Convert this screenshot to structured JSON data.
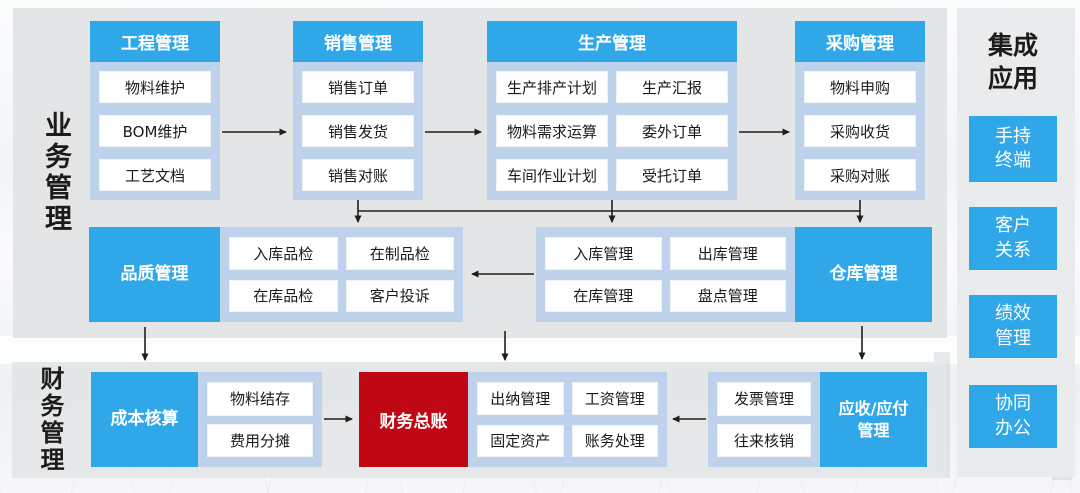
{
  "colors": {
    "accent_blue": "#2fa7e9",
    "light_blue_container": "#bed3eb",
    "ledger_red": "#c00814",
    "panel_gray": "#e4e5e6",
    "arrow_black": "#1f1f1f"
  },
  "side_labels": {
    "business": "业务管理",
    "finance": "财务管理"
  },
  "integration": {
    "title": "集成应用",
    "items": [
      "手持终端",
      "客户关系",
      "绩效管理",
      "协同办公"
    ]
  },
  "columns": [
    {
      "title": "工程管理",
      "items": [
        "物料维护",
        "BOM维护",
        "工艺文档"
      ]
    },
    {
      "title": "销售管理",
      "items": [
        "销售订单",
        "销售发货",
        "销售对账"
      ]
    },
    {
      "title": "生产管理",
      "items": [
        "生产排产计划",
        "生产汇报",
        "物料需求运算",
        "委外订单",
        "车间作业计划",
        "受托订单"
      ]
    },
    {
      "title": "采购管理",
      "items": [
        "物料申购",
        "采购收货",
        "采购对账"
      ]
    }
  ],
  "middle_row": {
    "quality": {
      "title": "品质管理",
      "items": [
        "入库品检",
        "在制品检",
        "在库品检",
        "客户投诉"
      ]
    },
    "warehouse": {
      "title": "仓库管理",
      "items": [
        "入库管理",
        "出库管理",
        "在库管理",
        "盘点管理"
      ]
    }
  },
  "finance_row": {
    "cost": {
      "title": "成本核算",
      "items": [
        "物料结存",
        "费用分摊"
      ]
    },
    "general_ledger": "财务总账",
    "accounting": {
      "items": [
        "出纳管理",
        "工资管理",
        "固定资产",
        "账务处理"
      ]
    },
    "receivable": {
      "title": "应收/应付管理",
      "items": [
        "发票管理",
        "往来核销"
      ]
    }
  }
}
